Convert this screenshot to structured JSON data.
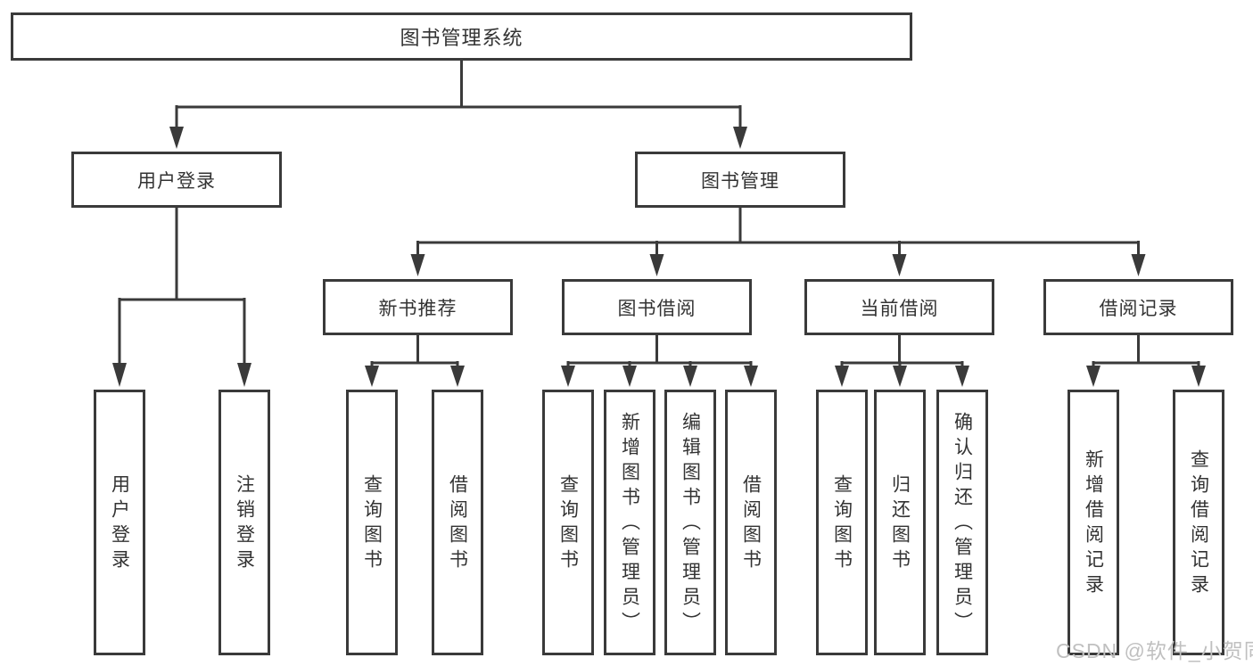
{
  "diagram": {
    "root": "图书管理系统",
    "level2": {
      "user_login": "用户登录",
      "book_mgmt": "图书管理"
    },
    "level3": {
      "new_book_rec": "新书推荐",
      "book_borrow": "图书借阅",
      "current_borrow": "当前借阅",
      "borrow_records": "借阅记录"
    },
    "leaves": {
      "user_login_leaf": "用户登录",
      "logout": "注销登录",
      "rec_query_book": "查询图书",
      "rec_borrow_book": "借阅图书",
      "bb_query_book": "查询图书",
      "bb_add_book": "新增图书（管理员）",
      "bb_edit_book": "编辑图书（管理员）",
      "bb_borrow_book": "借阅图书",
      "cb_query_book": "查询图书",
      "cb_return_book": "归还图书",
      "cb_confirm_return": "确认归还（管理员）",
      "br_add_record": "新增借阅记录",
      "br_query_record": "查询借阅记录"
    }
  },
  "watermark": "CSDN @软件_小贺同学",
  "colors": {
    "line": "#3a3a3a",
    "text": "#333333",
    "box_background": "#ffffff",
    "watermark": "#c0c0c0"
  }
}
